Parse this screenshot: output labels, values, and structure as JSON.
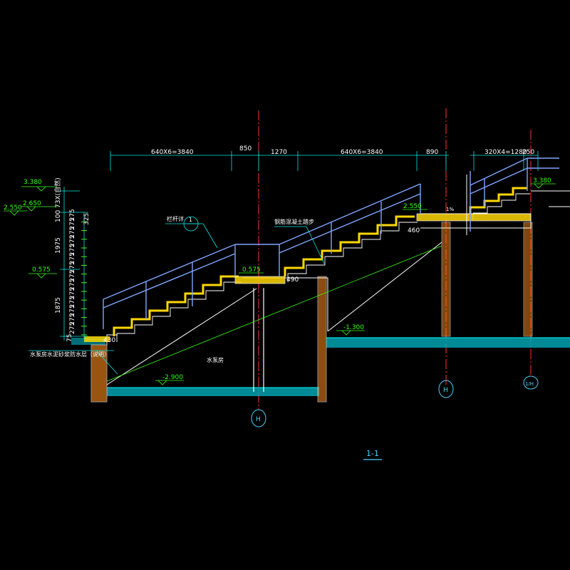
{
  "drawing": {
    "section_title": "1-1",
    "grid_axes": [
      "H",
      "H",
      "1/H"
    ],
    "colors": {
      "background": "#000000",
      "dimension": "#00e5e5",
      "level": "#39ff14",
      "structure": "#ffffff",
      "finish": "#ffd700",
      "rail": "#7fa6ff",
      "ground": "#00ffff",
      "axis": "#ff3030",
      "fill": "#ff8c1a"
    }
  },
  "top_dimensions": [
    "640X6=3840",
    "850",
    "1270",
    "640X6=3840",
    "890",
    "320X4=1280",
    "250"
  ],
  "left_dimensions": [
    "325",
    "100",
    "1975",
    "1875",
    "275",
    "75"
  ],
  "left_dimension_note": "73X(自然)",
  "riser_labels": [
    "275",
    "275",
    "275",
    "275",
    "275",
    "275",
    "275",
    "275",
    "275",
    "275",
    "275",
    "275",
    "275",
    "275"
  ],
  "levels": {
    "top_left": "3.380",
    "left_2": "2.650",
    "left_3": "2.550",
    "left_4": "0.575",
    "landing": "0.575",
    "upper_landing": "2.550",
    "right_top": "3.380",
    "ground_mid": "-1.300",
    "pit": "-2.900"
  },
  "small_dims": [
    "490",
    "460",
    "430",
    "1%"
  ],
  "notes": {
    "railing": "栏杆详",
    "railing_ref": "1",
    "tread": "钢筋混凝土踏步",
    "room": "水泵房",
    "waterproof": "水泵房水泥砂浆防水层（说明）"
  }
}
